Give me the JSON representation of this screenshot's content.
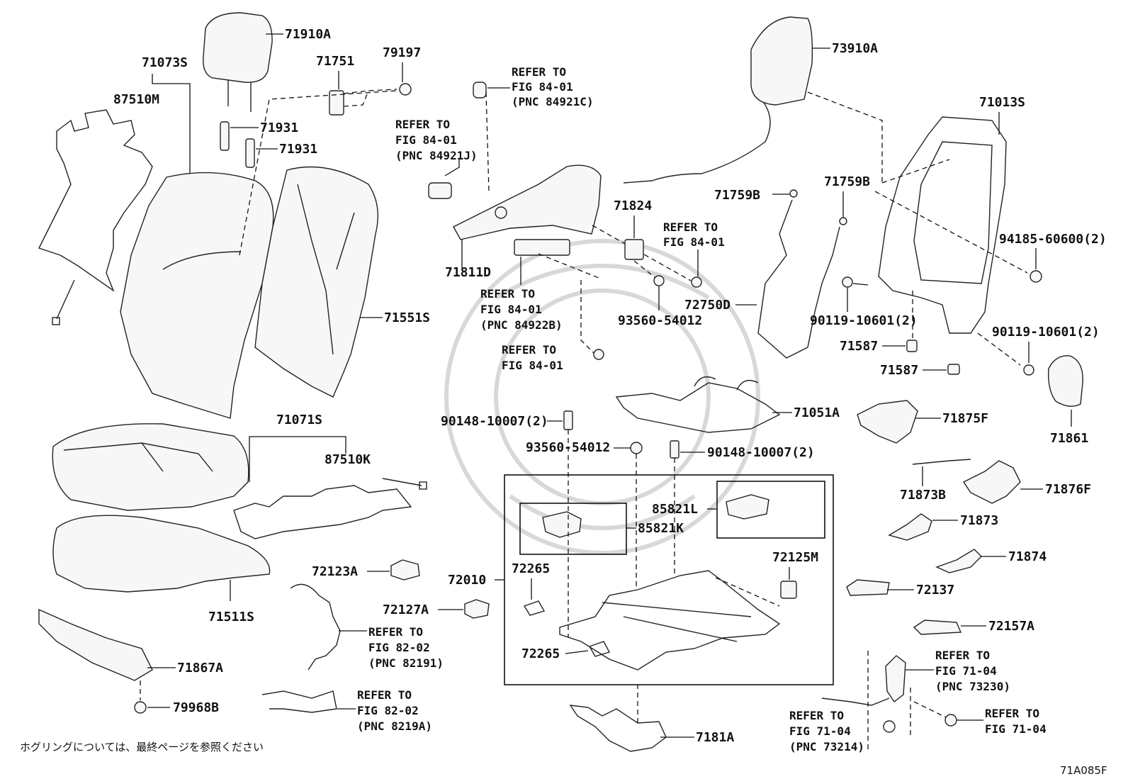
{
  "diagram": {
    "footer_note": "ホグリングについては、最終ページを参照ください",
    "figure_code": "71A085F",
    "parts": {
      "p71910A": "71910A",
      "p71073S": "71073S",
      "p71751": "71751",
      "p79197": "79197",
      "p87510M": "87510M",
      "p71931a": "71931",
      "p71931b": "71931",
      "p71551S": "71551S",
      "p71811D": "71811D",
      "p71824": "71824",
      "p93560a": "93560-54012",
      "p73910A": "73910A",
      "p71013S": "71013S",
      "p71759Ba": "71759B",
      "p71759Bb": "71759B",
      "p94185": "94185-60600(2)",
      "p72750D": "72750D",
      "p90119a": "90119-10601(2)",
      "p90119b": "90119-10601(2)",
      "p71587a": "71587",
      "p71587b": "71587",
      "p71861": "71861",
      "p71071S": "71071S",
      "p87510K": "87510K",
      "p90148a": "90148-10007(2)",
      "p93560b": "93560-54012",
      "p90148b": "90148-10007(2)",
      "p71051A": "71051A",
      "p71875F": "71875F",
      "p71873B": "71873B",
      "p71876F": "71876F",
      "p85821L": "85821L",
      "p85821K": "85821K",
      "p71873": "71873",
      "p71874": "71874",
      "p72123A": "72123A",
      "p72125M": "72125M",
      "p72010": "72010",
      "p72265a": "72265",
      "p72265b": "72265",
      "p72137": "72137",
      "p72127A": "72127A",
      "p71511S": "71511S",
      "p72157A": "72157A",
      "p71867A": "71867A",
      "p79968B": "79968B",
      "p7181A": "7181A"
    },
    "refs": {
      "r1": [
        "REFER TO",
        "FIG 84-01",
        "(PNC 84921C)"
      ],
      "r2": [
        "REFER TO",
        "FIG 84-01",
        "(PNC 84921J)"
      ],
      "r3": [
        "REFER TO",
        "FIG 84-01"
      ],
      "r4": [
        "REFER TO",
        "FIG 84-01",
        "(PNC 84922B)"
      ],
      "r5": [
        "REFER TO",
        "FIG 84-01"
      ],
      "r6": [
        "REFER TO",
        "FIG 82-02",
        "(PNC 82191)"
      ],
      "r7": [
        "REFER TO",
        "FIG 82-02",
        "(PNC 8219A)"
      ],
      "r8": [
        "REFER TO",
        "FIG 71-04",
        "(PNC 73230)"
      ],
      "r9": [
        "REFER TO",
        "FIG 71-04",
        "(PNC 73214)"
      ],
      "r10": [
        "REFER TO",
        "FIG 71-04"
      ]
    }
  }
}
